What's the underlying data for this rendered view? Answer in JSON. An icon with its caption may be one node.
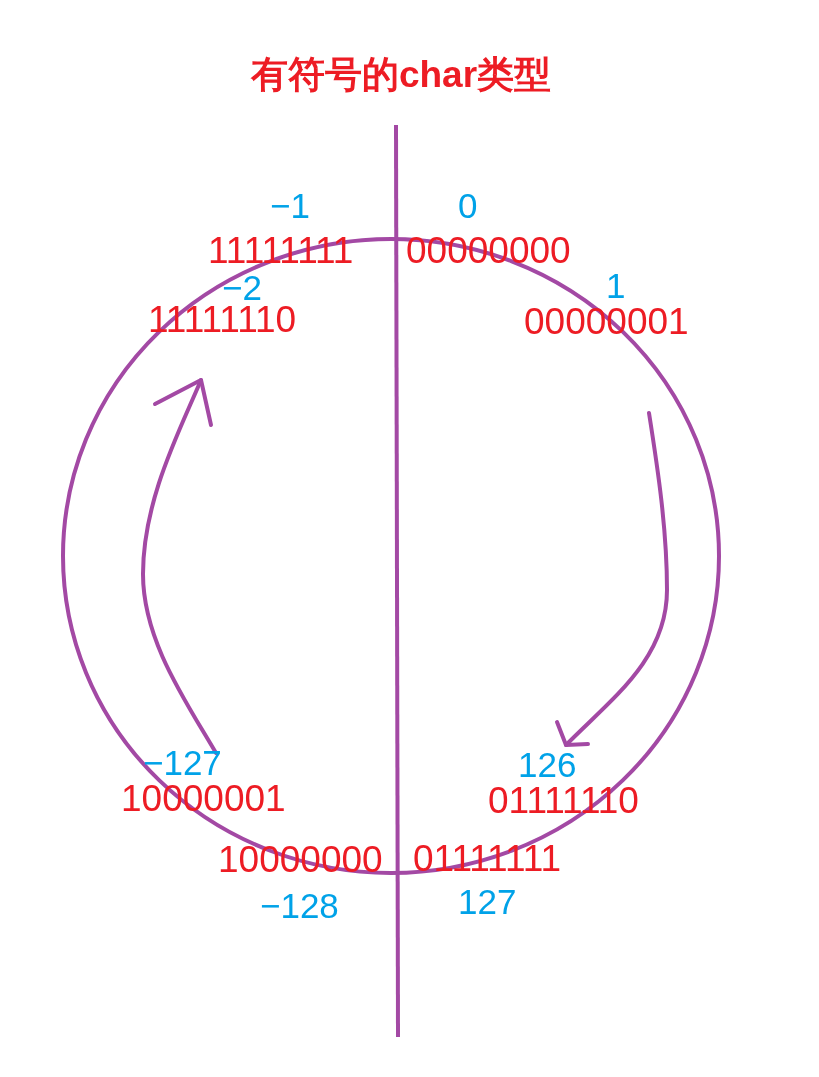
{
  "diagram": {
    "title": "有符号的char类型",
    "labels": [
      "−1",
      "0",
      "11111111",
      "00000000",
      "−2",
      "1",
      "11111110",
      "00000001",
      "−127",
      "126",
      "10000001",
      "01111110",
      "10000000",
      "01111111",
      "−128",
      "127"
    ]
  }
}
